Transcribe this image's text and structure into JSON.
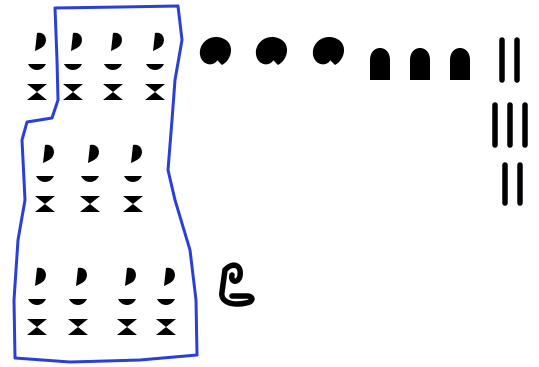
{
  "figure": {
    "groups": [
      {
        "glyph": "lotus-flower (1000)",
        "count": 11
      },
      {
        "glyph": "coil-of-rope (100)",
        "count": 3
      },
      {
        "glyph": "heel-bone (10)",
        "count": 3
      },
      {
        "glyph": "stroke (1)",
        "count": 7
      },
      {
        "glyph": "tadpole-like sign",
        "count": 1
      }
    ],
    "highlight_color": "#2a3fd6",
    "ink_color": "#000000"
  }
}
